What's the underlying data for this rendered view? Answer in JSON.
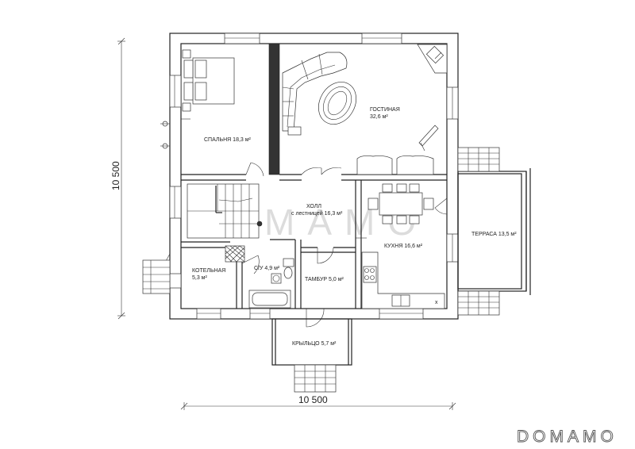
{
  "rooms": {
    "bedroom": {
      "name": "СПАЛЬНЯ",
      "area": "18,3 м²"
    },
    "living": {
      "name": "ГОСТИНАЯ",
      "area": "32,6 м²"
    },
    "hall": {
      "name": "ХОЛЛ",
      "detail": "с лестницей 16,3 м²"
    },
    "kitchen": {
      "name": "КУХНЯ",
      "area": "16,6 м²"
    },
    "terrace": {
      "name": "ТЕРРАСА",
      "area": "13,5 м²"
    },
    "boiler": {
      "name": "КОТЕЛЬНАЯ",
      "area": "5,3 м²"
    },
    "bathroom": {
      "name": "С/У",
      "area": "4,9 м²"
    },
    "vestibule": {
      "name": "ТАМБУР",
      "area": "5,0 м²"
    },
    "porch": {
      "name": "КРЫЛЬЦО",
      "area": "5,7 м²"
    }
  },
  "dimensions": {
    "width": "10 500",
    "height": "10 500"
  },
  "watermark": {
    "center": "DOMAMO",
    "logo": "DOMAMO"
  },
  "marks": {
    "kitchen_x": "x"
  }
}
